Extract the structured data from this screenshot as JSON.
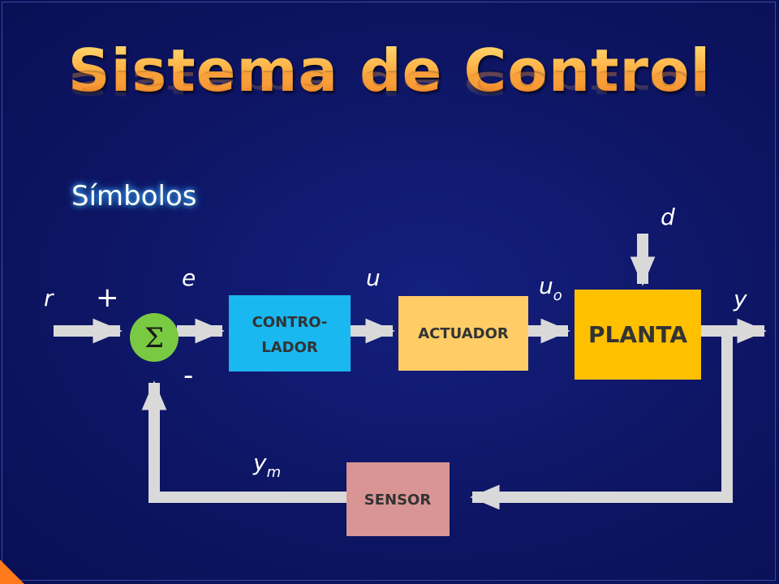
{
  "title": "Sistema de Control",
  "subtitle": "Símbolos",
  "blocks": {
    "summing_symbol": "Σ",
    "controller_line1": "CONTRO-",
    "controller_line2": "LADOR",
    "actuator": "ACTUADOR",
    "plant": "PLANTA",
    "sensor": "SENSOR"
  },
  "signals": {
    "r": "r",
    "plus": "+",
    "minus": "-",
    "e": "e",
    "u": "u",
    "uo_base": "u",
    "uo_sub": "o",
    "d": "d",
    "y": "y",
    "ym_base": "y",
    "ym_sub": "m"
  },
  "colors": {
    "background": "#0e1566",
    "title_gradient": [
      "#ffe07a",
      "#e8741c"
    ],
    "summing_junction": "#7ac943",
    "controller": "#1ab8f0",
    "actuator": "#ffcc66",
    "plant": "#ffc000",
    "sensor": "#d99594",
    "arrows": "#d9d9d9",
    "corner_accent": "#ff7a1a"
  }
}
